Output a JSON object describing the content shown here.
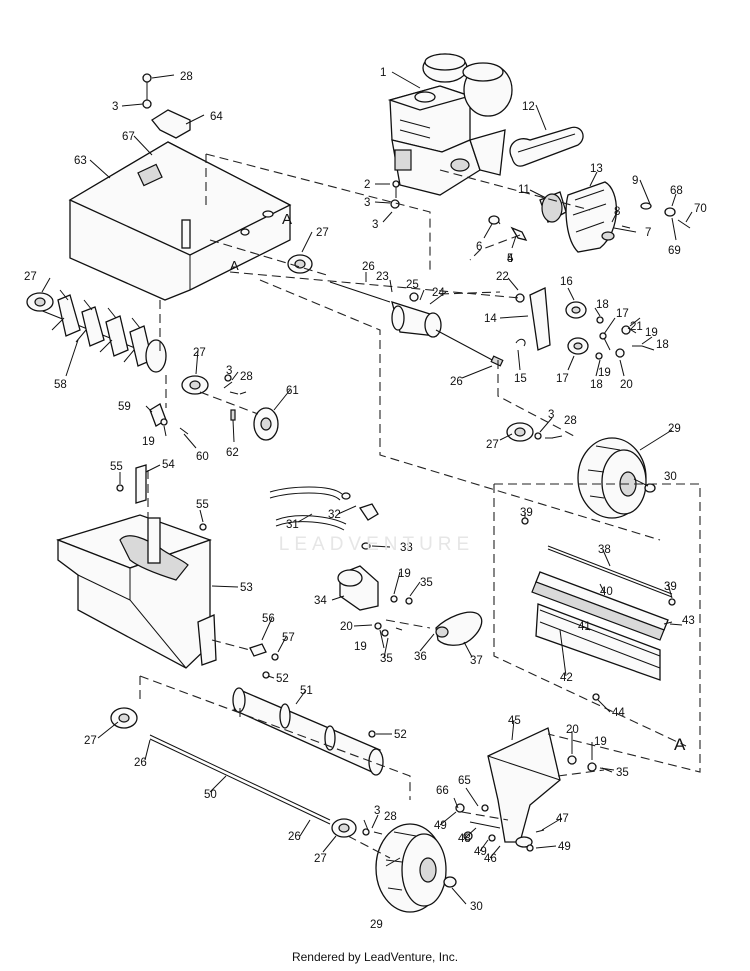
{
  "footer": {
    "text": "Rendered by LeadVenture, Inc."
  },
  "watermark": {
    "text": "LEADVENTURE"
  },
  "section_markers": [
    "A",
    "A",
    "A"
  ],
  "callouts": [
    "1",
    "2",
    "3",
    "4",
    "5",
    "6",
    "7",
    "8",
    "9",
    "11",
    "12",
    "13",
    "14",
    "15",
    "16",
    "17",
    "17",
    "18",
    "18",
    "18",
    "19",
    "19",
    "19",
    "19",
    "19",
    "19",
    "20",
    "20",
    "20",
    "21",
    "22",
    "23",
    "24",
    "25",
    "26",
    "26",
    "26",
    "26",
    "27",
    "27",
    "27",
    "27",
    "27",
    "27",
    "28",
    "28",
    "28",
    "28",
    "29",
    "29",
    "30",
    "30",
    "31",
    "32",
    "33",
    "34",
    "35",
    "35",
    "35",
    "36",
    "37",
    "38",
    "39",
    "39",
    "40",
    "41",
    "42",
    "43",
    "44",
    "45",
    "46",
    "47",
    "48",
    "49",
    "49",
    "49",
    "50",
    "51",
    "52",
    "52",
    "53",
    "54",
    "55",
    "55",
    "56",
    "57",
    "58",
    "59",
    "60",
    "61",
    "62",
    "63",
    "64",
    "65",
    "66",
    "67",
    "68",
    "69",
    "70",
    "3",
    "3",
    "3",
    "3",
    "3"
  ]
}
